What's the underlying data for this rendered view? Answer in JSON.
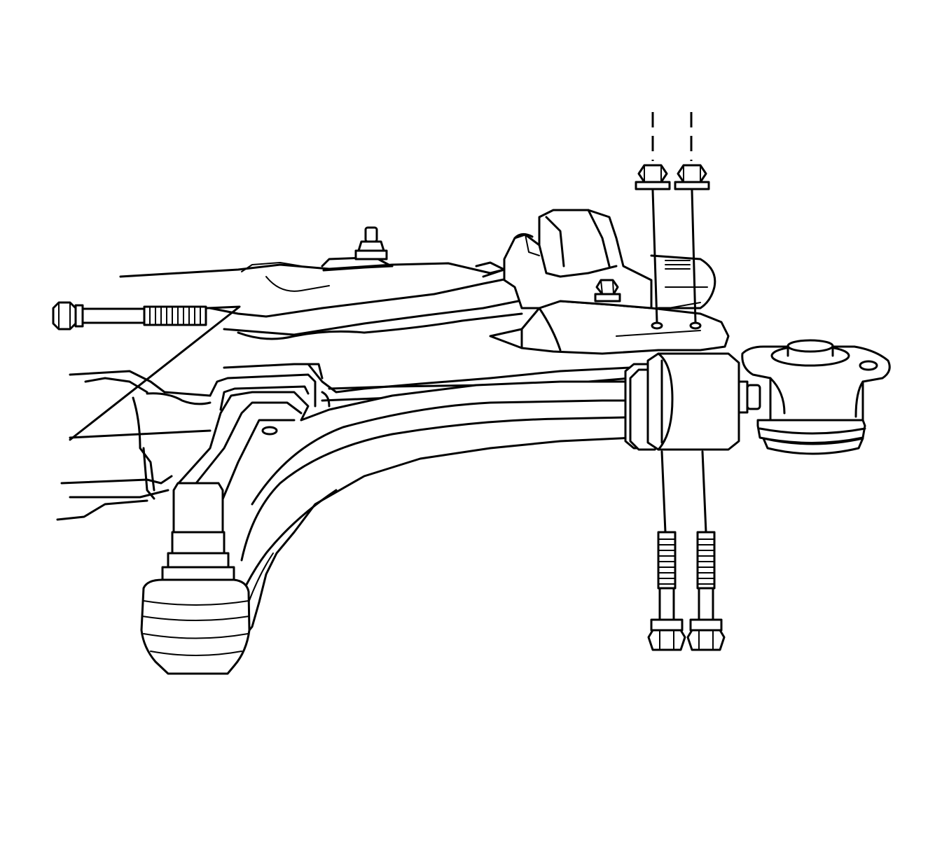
{
  "figure": {
    "type": "line-art",
    "background": "#ffffff",
    "stroke_color": "#000000",
    "parts": [
      "subframe",
      "lower-control-arm",
      "ball-joint",
      "front-bushing",
      "rear-bushing-clamp",
      "rear-bushing",
      "front-pivot-bolt",
      "clamp-nut-left",
      "clamp-nut-right",
      "clamp-bolt-left",
      "clamp-bolt-right",
      "stabilizer-link-stud",
      "subframe-nut"
    ]
  }
}
